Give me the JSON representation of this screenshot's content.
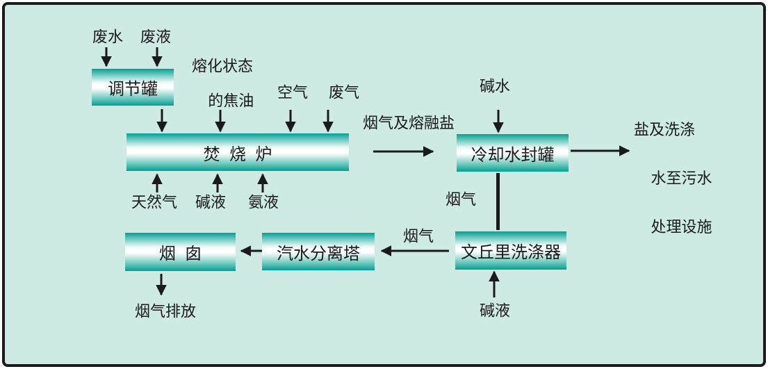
{
  "palette": {
    "background": "#cdeae3",
    "border": "#1b1b1b",
    "box_teal": "#00a095",
    "text": "#1a1a1a",
    "arrow": "#1a1a1a"
  },
  "nodes": {
    "adjustment_tank": "调节罐",
    "incinerator": "焚  烧  炉",
    "cooling_water_seal_tank": "冷却水封罐",
    "venturi_scrubber": "文丘里洗涤器",
    "steam_water_separation_tower": "汽水分离塔",
    "chimney": "烟  囱"
  },
  "labels": {
    "waste_water": "废水",
    "waste_liquid": "废液",
    "molten_tar_line1": "熔化状态",
    "molten_tar_line2": "的焦油",
    "air": "空气",
    "waste_gas": "废气",
    "flue_gas_and_molten_salt": "烟气及熔融盐",
    "alkaline_water": "碱水",
    "salt_outlet_line1": "盐及洗涤",
    "salt_outlet_line2": "水至污水",
    "salt_outlet_line3": "处理设施",
    "natural_gas": "天然气",
    "alkaline_liquid_top": "碱液",
    "ammonia_liquid": "氨液",
    "flue_gas_vertical": "烟气",
    "flue_gas_horizontal": "烟气",
    "alkaline_liquid_bottom": "碱液",
    "flue_gas_discharge": "烟气排放"
  }
}
